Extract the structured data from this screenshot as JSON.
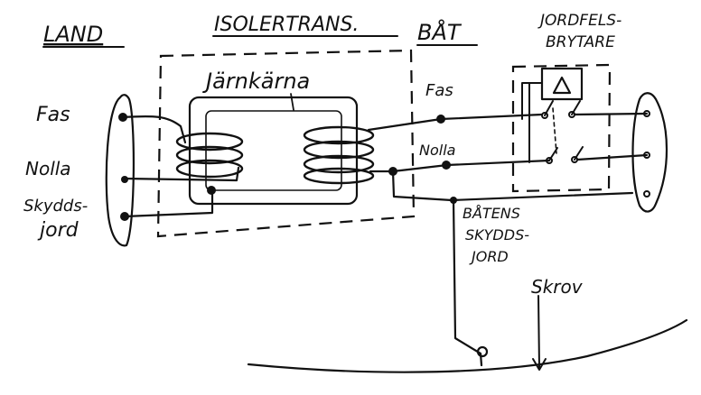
{
  "labels": {
    "land": "LAND",
    "isolertrans": "ISOLERTRANS.",
    "bat": "BÅT",
    "jordfels_1": "JORDFELS-",
    "jordfels_2": "BRYTARE",
    "jarnkarna": "Järnkärna",
    "fas_left": "Fas",
    "nolla_left": "Nolla",
    "skydds_left_1": "Skydds-",
    "skydds_left_2": "jord",
    "fas_right": "Fas",
    "nolla_right": "Nolla",
    "batens_1": "BÅTENS",
    "batens_2": "SKYDDS-",
    "batens_3": "JORD",
    "skrov": "Skrov"
  }
}
